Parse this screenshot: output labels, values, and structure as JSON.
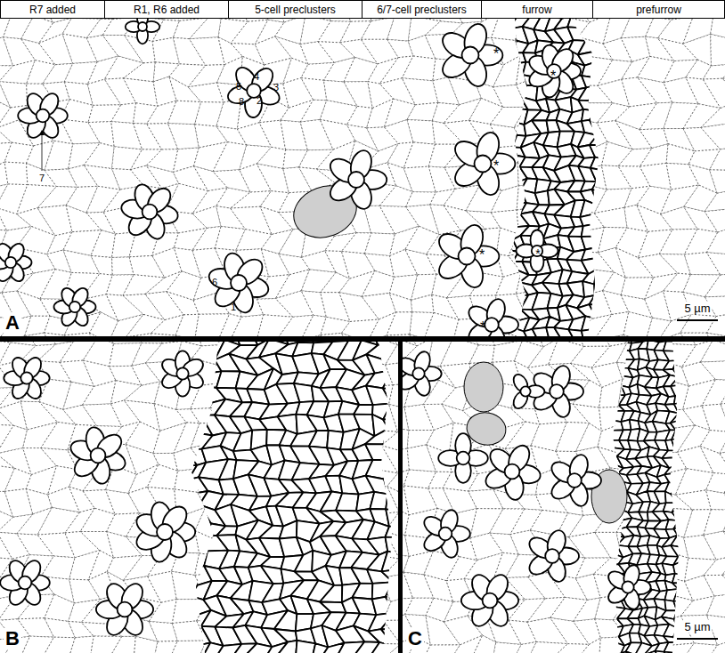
{
  "diagram": {
    "nodes": [
      {
        "text": [
          "R7 added"
        ]
      },
      {
        "text": [
          "R1, R6 added"
        ]
      },
      {
        "text": [
          "5-cell preclusters"
        ]
      },
      {
        "text": [
          "6/7-cell preclusters"
        ]
      },
      {
        "text": [
          "furrow"
        ]
      },
      {
        "text": [
          "prefurrow"
        ]
      }
    ],
    "labels": [
      "A",
      "B",
      "C",
      "5 µm",
      "5 µm",
      "4",
      "3",
      "5",
      "2",
      "8",
      "6",
      "1",
      "7",
      "*",
      "*",
      "*",
      "*",
      "*",
      "*"
    ]
  }
}
